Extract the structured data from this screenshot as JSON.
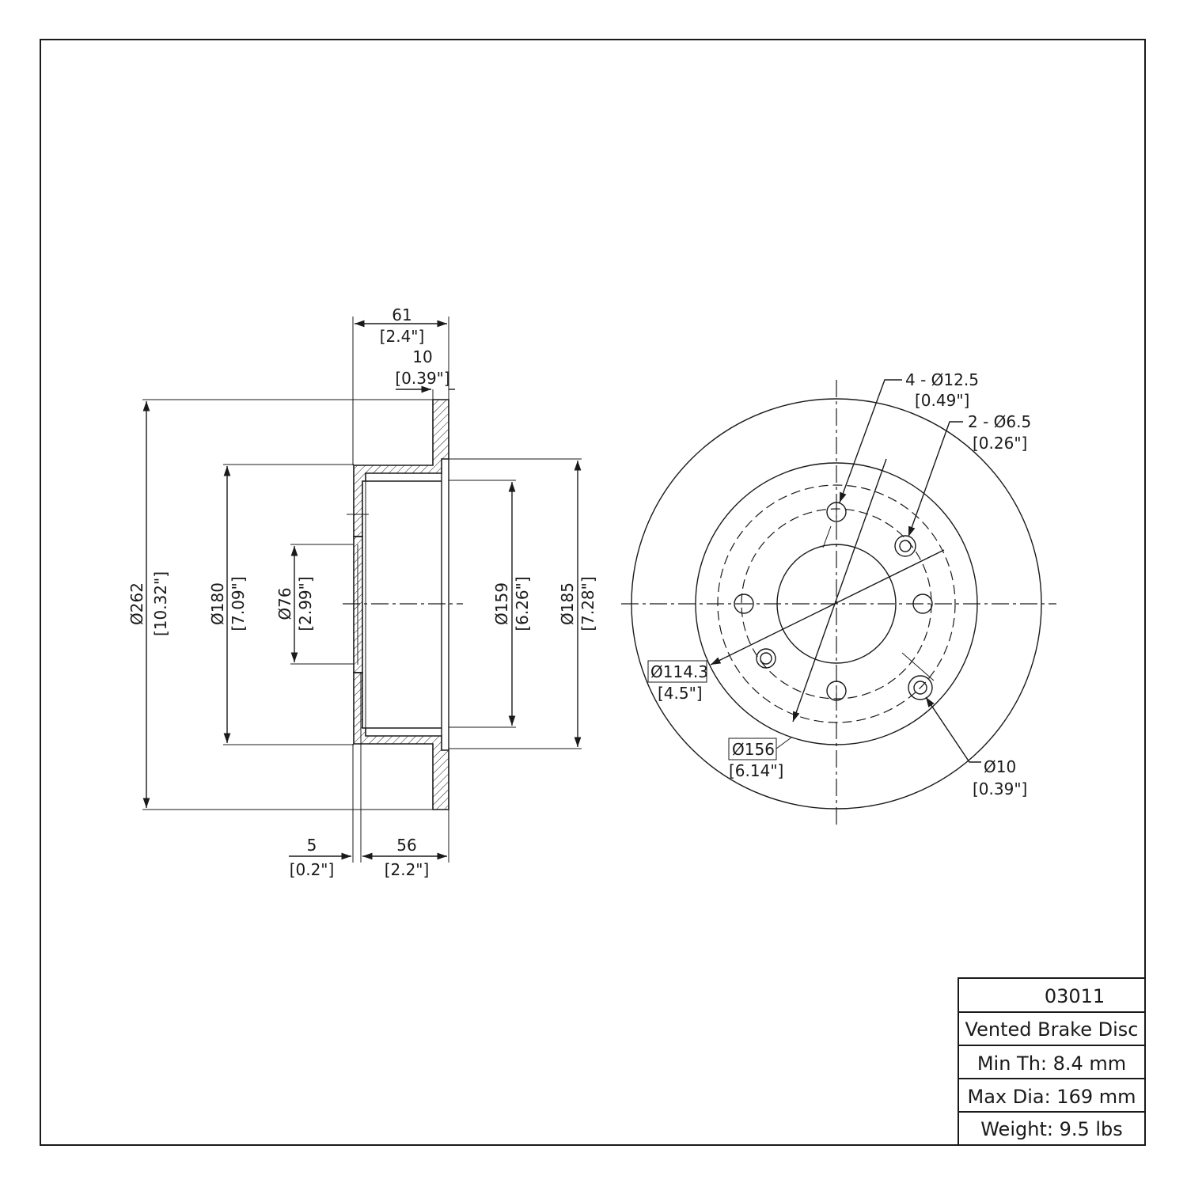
{
  "side_view": {
    "dims": {
      "overall_width": "61",
      "overall_width_in": "[2.4\"]",
      "flange_thickness": "10",
      "flange_thickness_in": "[0.39\"]",
      "offset": "5",
      "offset_in": "[0.2\"]",
      "hat_depth": "56",
      "hat_depth_in": "[2.2\"]",
      "outer_dia": "Ø262",
      "outer_dia_in": "[10.32\"]",
      "hat_dia": "Ø180",
      "hat_dia_in": "[7.09\"]",
      "center_bore": "Ø76",
      "center_bore_in": "[2.99\"]",
      "inner_dia": "Ø159",
      "inner_dia_in": "[6.26\"]",
      "step_dia": "Ø185",
      "step_dia_in": "[7.28\"]"
    }
  },
  "front_view": {
    "callouts": {
      "lug_holes": "4 - Ø12.5",
      "lug_holes_in": "[0.49\"]",
      "aux_holes": "2 - Ø6.5",
      "aux_holes_in": "[0.26\"]",
      "bolt_circle": "Ø114.3",
      "bolt_circle_in": "[4.5\"]",
      "pcd_outer": "Ø156",
      "pcd_outer_in": "[6.14\"]",
      "aux_hole": "Ø10",
      "aux_hole_in": "[0.39\"]"
    }
  },
  "title_block": {
    "part_number": "03011",
    "description": "Vented Brake Disc",
    "min_thickness": "Min Th: 8.4 mm",
    "max_diameter": "Max Dia: 169 mm",
    "weight": "Weight: 9.5 lbs"
  }
}
